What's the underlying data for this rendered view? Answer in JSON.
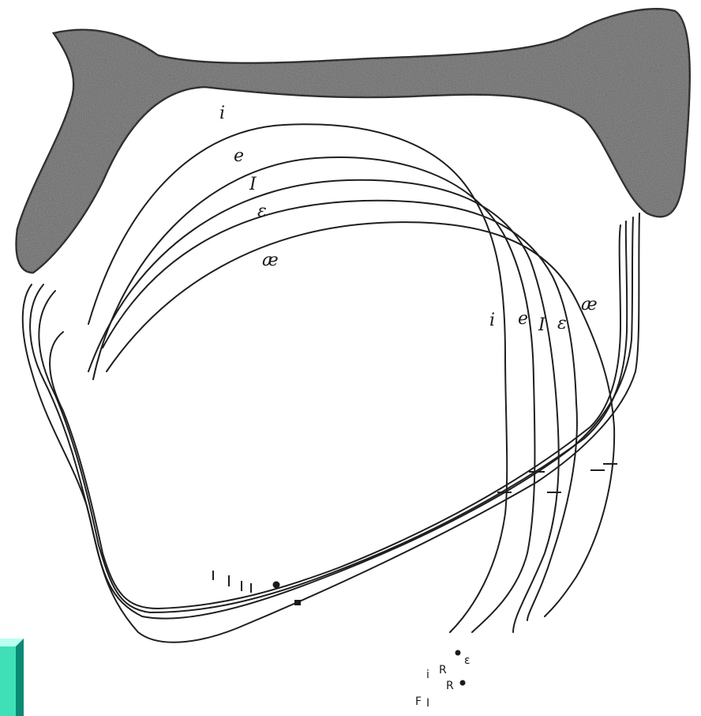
{
  "diagram": {
    "vowels": [
      "i",
      "e",
      "I",
      "ε",
      "æ"
    ],
    "upper_labels": [
      "i",
      "e",
      "I",
      "ε",
      "æ"
    ],
    "lower_labels": [
      "i",
      "e",
      "I",
      "ε",
      "æ"
    ],
    "corner_marks": [
      "ε",
      "i",
      "R",
      "R",
      "F",
      "I"
    ],
    "colors": {
      "line": "#1f1f1f",
      "palate_fill": "#5a5a5a",
      "tab_light": "#3fe0b8",
      "tab_dark": "#0a8a74"
    }
  }
}
